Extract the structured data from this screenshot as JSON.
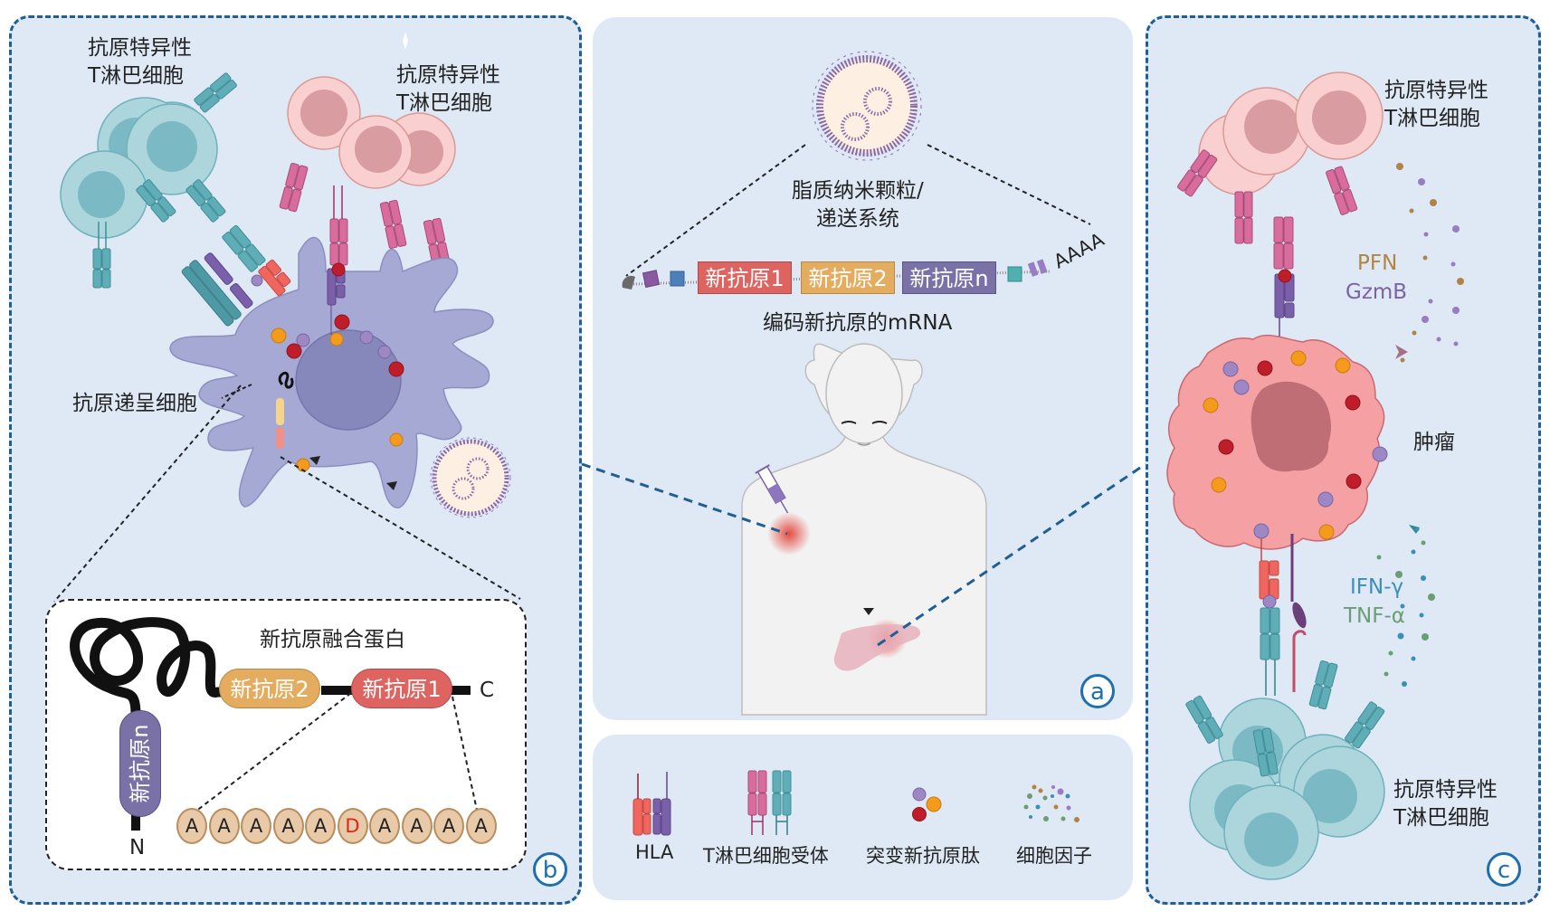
{
  "panels": {
    "a": {
      "badge": "a"
    },
    "b": {
      "badge": "b"
    },
    "c": {
      "badge": "c"
    }
  },
  "panel_b": {
    "tcell_label_teal_line1": "抗原特异性",
    "tcell_label_teal_line2": "T淋巴细胞",
    "tcell_label_pink_line1": "抗原特异性",
    "tcell_label_pink_line2": "T淋巴细胞",
    "apc_label": "抗原递呈细胞",
    "fusion_protein": {
      "title": "新抗原融合蛋白",
      "segments": [
        {
          "label": "新抗原2",
          "color": "#e3ac5e"
        },
        {
          "label": "新抗原1",
          "color": "#de6461"
        },
        {
          "label": "新抗原n",
          "color": "#7a71a6"
        }
      ],
      "c_terminus": "C",
      "n_terminus": "N",
      "sequence": [
        "A",
        "A",
        "A",
        "A",
        "A",
        "D",
        "A",
        "A",
        "A",
        "A"
      ],
      "mutated_index": 5,
      "mutated_color": "#e0231c"
    }
  },
  "panel_a": {
    "lnp_label_line1": "脂质纳米颗粒/",
    "lnp_label_line2": "递送系统",
    "mrna_segments": [
      {
        "label": "新抗原1",
        "color": "#de6461"
      },
      {
        "label": "新抗原2",
        "color": "#e3ac5e"
      },
      {
        "label": "新抗原n",
        "color": "#7a71a6"
      }
    ],
    "poly_a_tail": "AAAA",
    "mrna_caption": "编码新抗原的mRNA"
  },
  "legend": {
    "items": [
      {
        "label": "HLA",
        "icon": "hla-icon"
      },
      {
        "label": "T淋巴细胞受体",
        "icon": "tcr-icon"
      },
      {
        "label": "突变新抗原肽",
        "icon": "neoantigen-peptide-icon"
      },
      {
        "label": "细胞因子",
        "icon": "cytokine-icon"
      }
    ]
  },
  "panel_c": {
    "tcell_top_line1": "抗原特异性",
    "tcell_top_line2": "T淋巴细胞",
    "tumor_label": "肿瘤",
    "pfn": "PFN",
    "gzmb": "GzmB",
    "ifn": "IFN-γ",
    "tnf": "TNF-α",
    "tcell_bottom_line1": "抗原特异性",
    "tcell_bottom_line2": "T淋巴细胞",
    "colors": {
      "pfn": "#b08444",
      "gzmb": "#7d62a3",
      "ifn": "#3a8fb7",
      "tnf": "#6a9e74"
    }
  }
}
